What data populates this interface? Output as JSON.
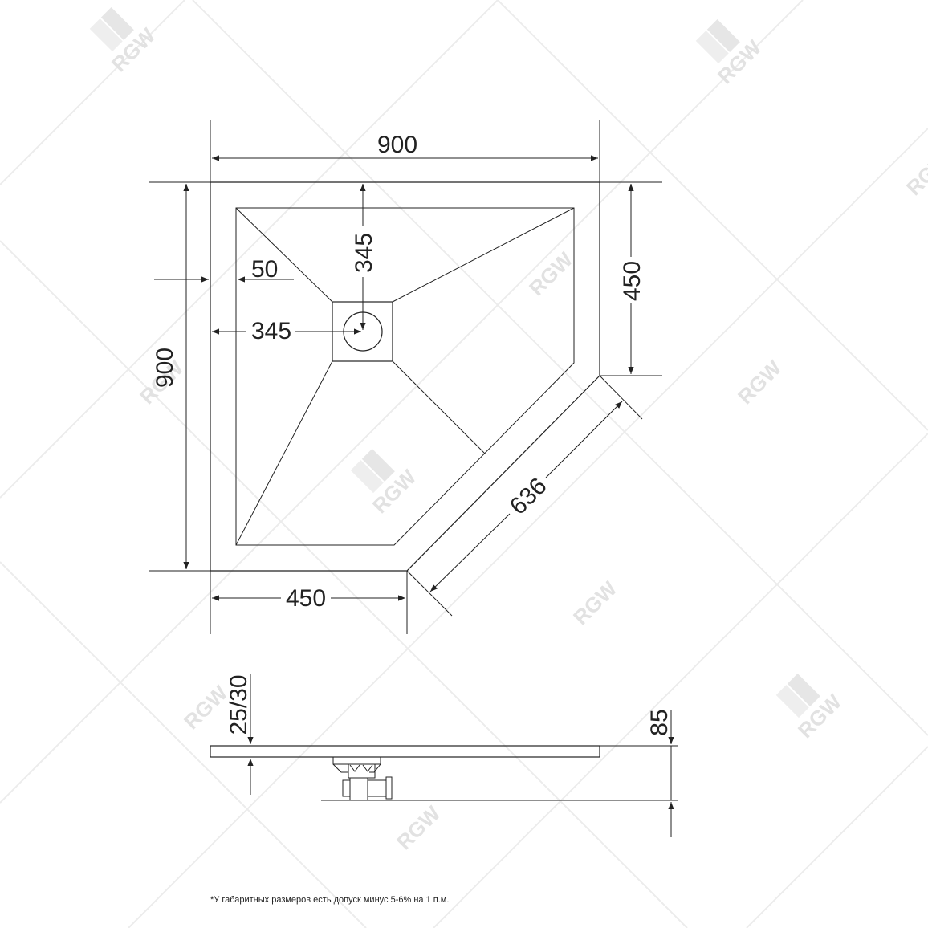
{
  "brand": {
    "watermark_text": "RGW",
    "line_color": "#222222",
    "watermark_color": "#e6e6e6"
  },
  "plan_view": {
    "dimensions": {
      "overall_width": "900",
      "overall_depth": "900",
      "right_side": "450",
      "bottom_side": "450",
      "diagonal": "636",
      "rim_offset": "50",
      "drain_from_left": "345",
      "drain_from_top": "345"
    }
  },
  "side_view": {
    "dimensions": {
      "tray_thickness": "25/30",
      "total_height": "85"
    }
  },
  "footnote": "*У габаритных размеров есть допуск минус  5-6% на 1 п.м."
}
